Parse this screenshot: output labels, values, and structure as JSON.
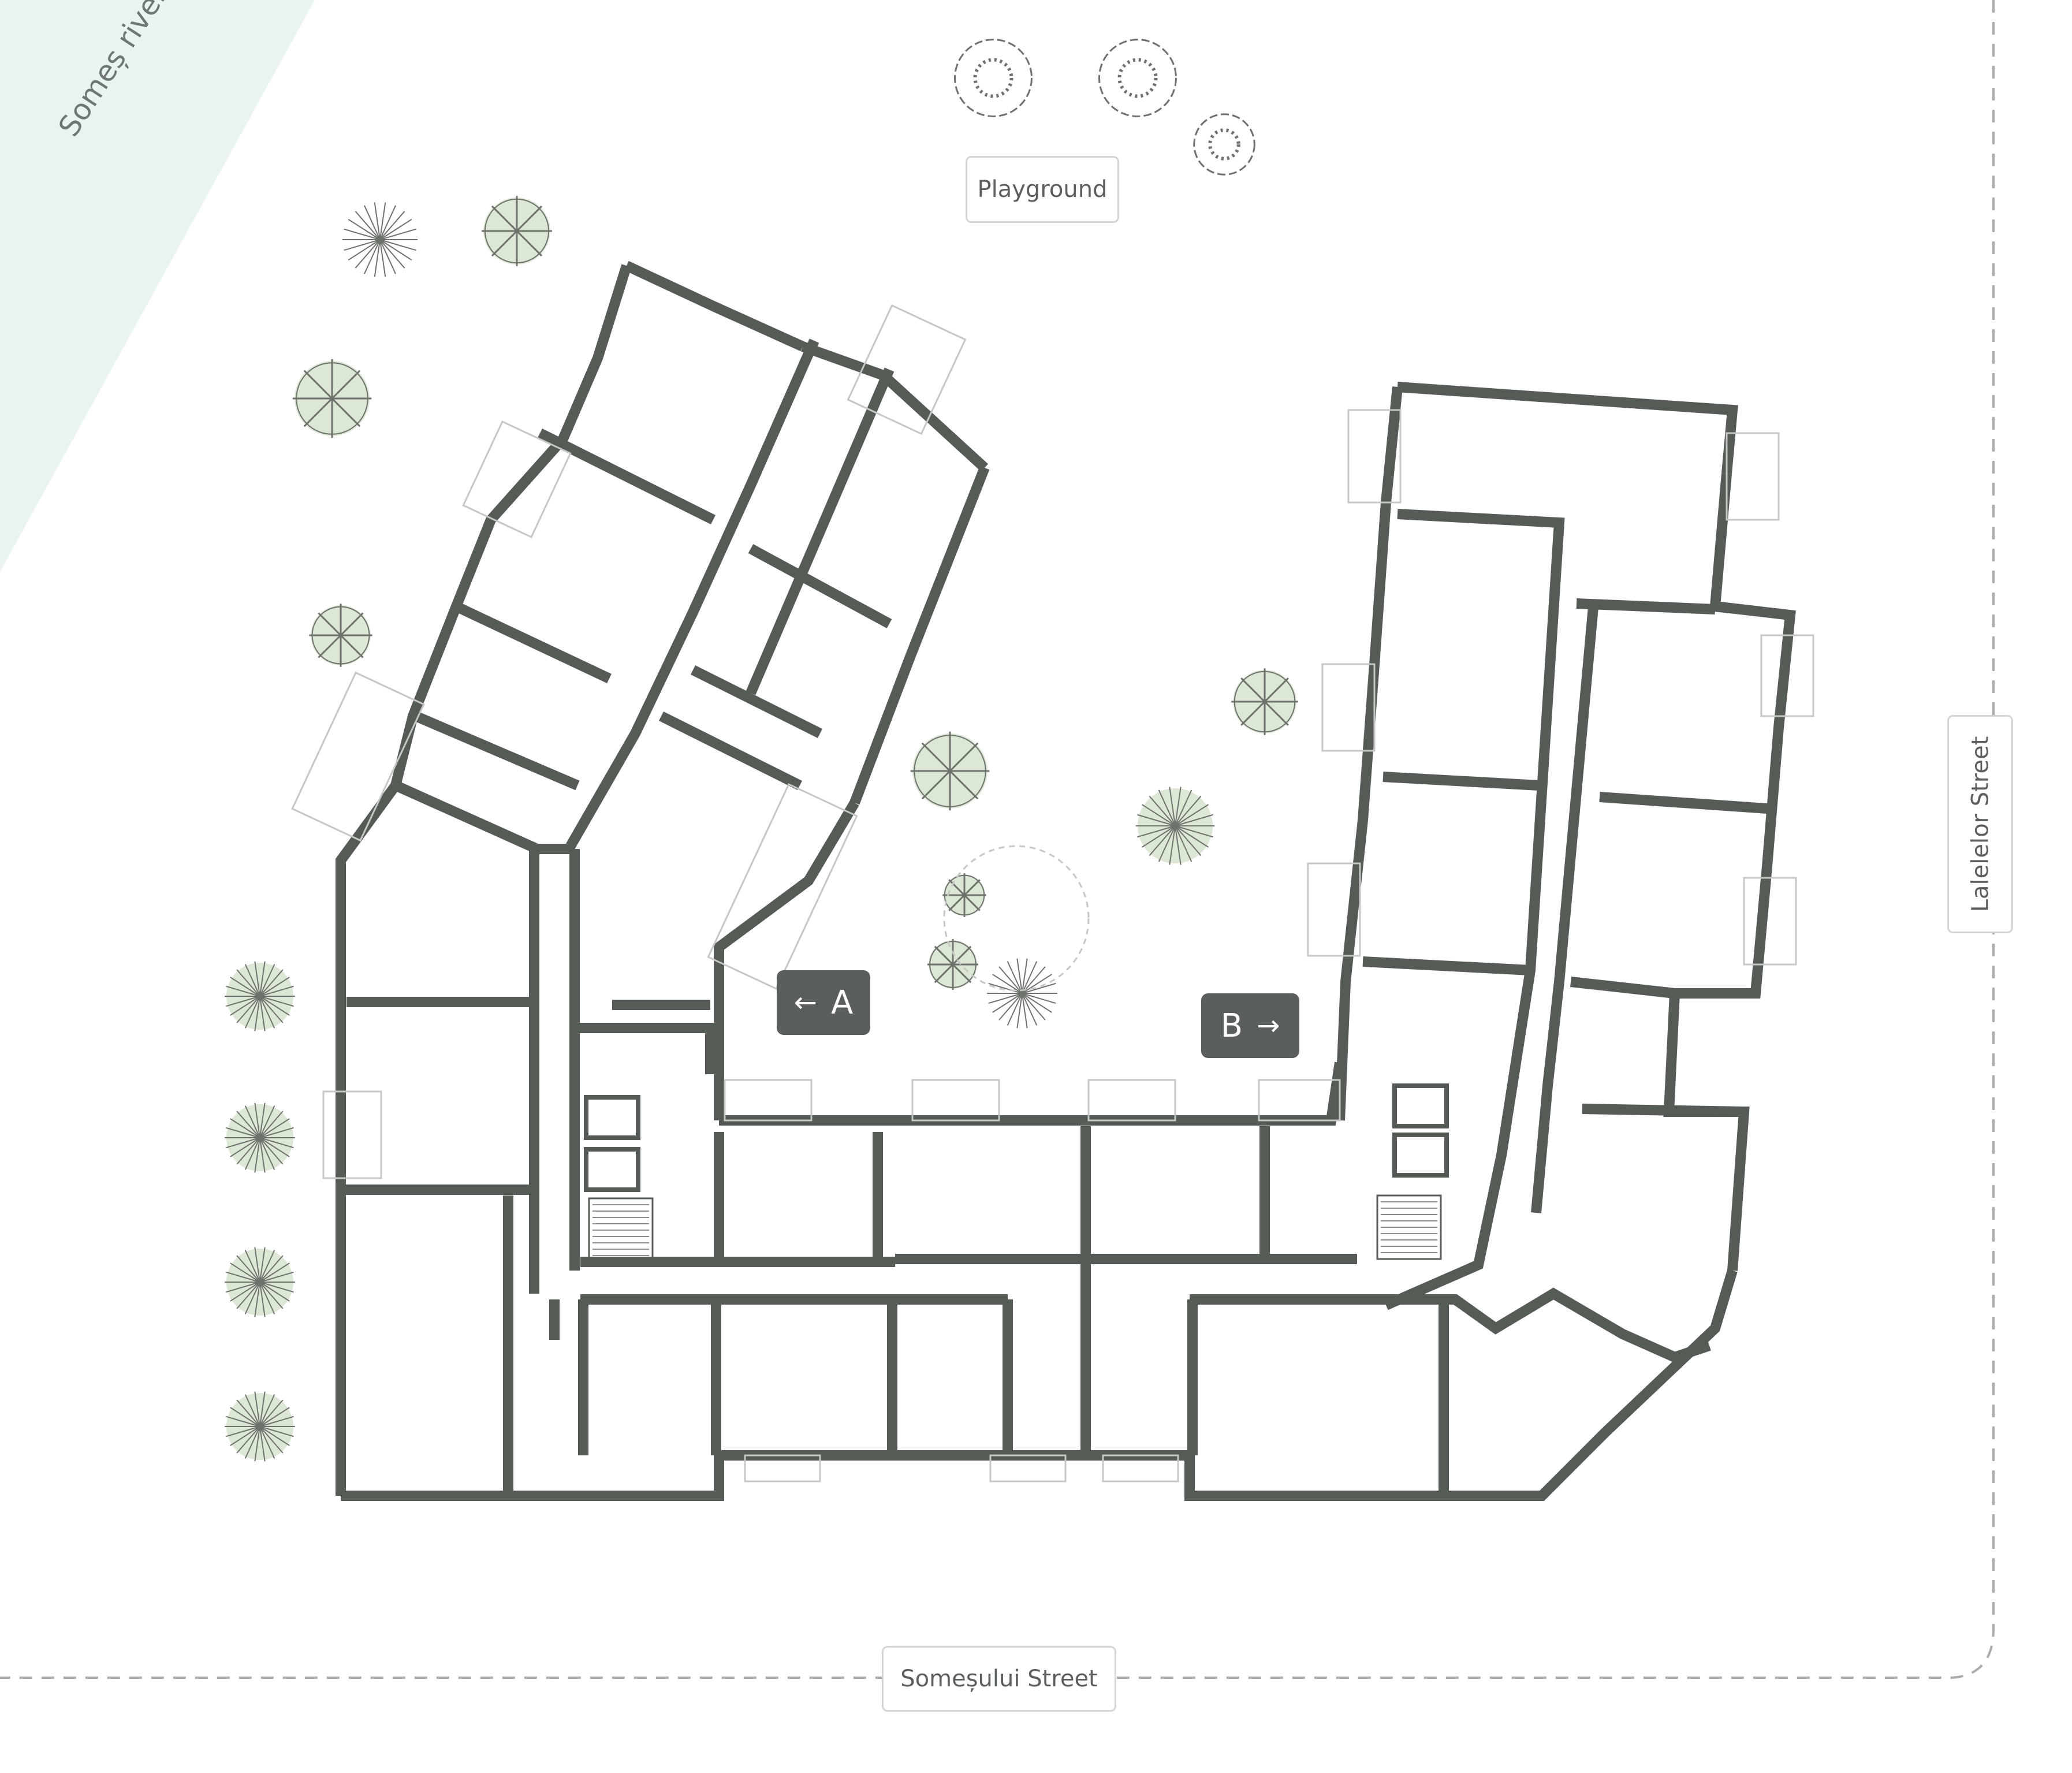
{
  "labels": {
    "river": "Someș river",
    "playground": "Playground",
    "lalele_street": "Lalelelor Street",
    "somes_street": "Someșului Street"
  },
  "entrances": {
    "a": {
      "letter": "A",
      "arrow": "←"
    },
    "b": {
      "letter": "B",
      "arrow": "→"
    }
  },
  "colors": {
    "wall": "#555b55",
    "river": "#e9f3f1",
    "tree_fill": "#dce7d6",
    "boundary": "#a9aca9",
    "label_border": "#d4d6d4",
    "entrance_fill": "#5b5f5c"
  },
  "icons": [
    "tree-icon",
    "shrub-icon",
    "stair-icon",
    "elevator-icon",
    "door-swing-icon"
  ]
}
